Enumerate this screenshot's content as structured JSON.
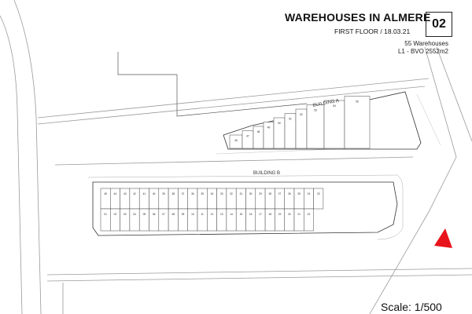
{
  "header": {
    "title": "WAREHOUSES IN ALMERE",
    "subtitle": "FIRST FLOOR / 18.03.21",
    "page_number": "02",
    "unit_count": "55 Warehouses",
    "area_info": "L1 - BVO 2552m2"
  },
  "buildings": {
    "a_label": "BUILDING A",
    "b_label": "BUILDING B",
    "a_units": [
      "46",
      "47",
      "48",
      "49",
      "50",
      "51",
      "52",
      "53",
      "54",
      "55"
    ],
    "b_top_units": [
      "45",
      "44",
      "43",
      "42",
      "41",
      "40",
      "39",
      "38",
      "37",
      "36",
      "35",
      "34",
      "33",
      "32",
      "31",
      "30",
      "29",
      "28",
      "27",
      "26",
      "25",
      "24",
      "23"
    ],
    "b_bottom_units": [
      "01",
      "02",
      "03",
      "04",
      "05",
      "06",
      "07",
      "08",
      "09",
      "10",
      "11",
      "12",
      "13",
      "14",
      "15",
      "16",
      "17",
      "18",
      "19",
      "20",
      "21",
      "22"
    ]
  },
  "footer": {
    "scale": "Scale: 1/500"
  },
  "colors": {
    "line": "#9a9a9a",
    "dark_line": "#555555",
    "north_arrow": "#e8141b"
  }
}
